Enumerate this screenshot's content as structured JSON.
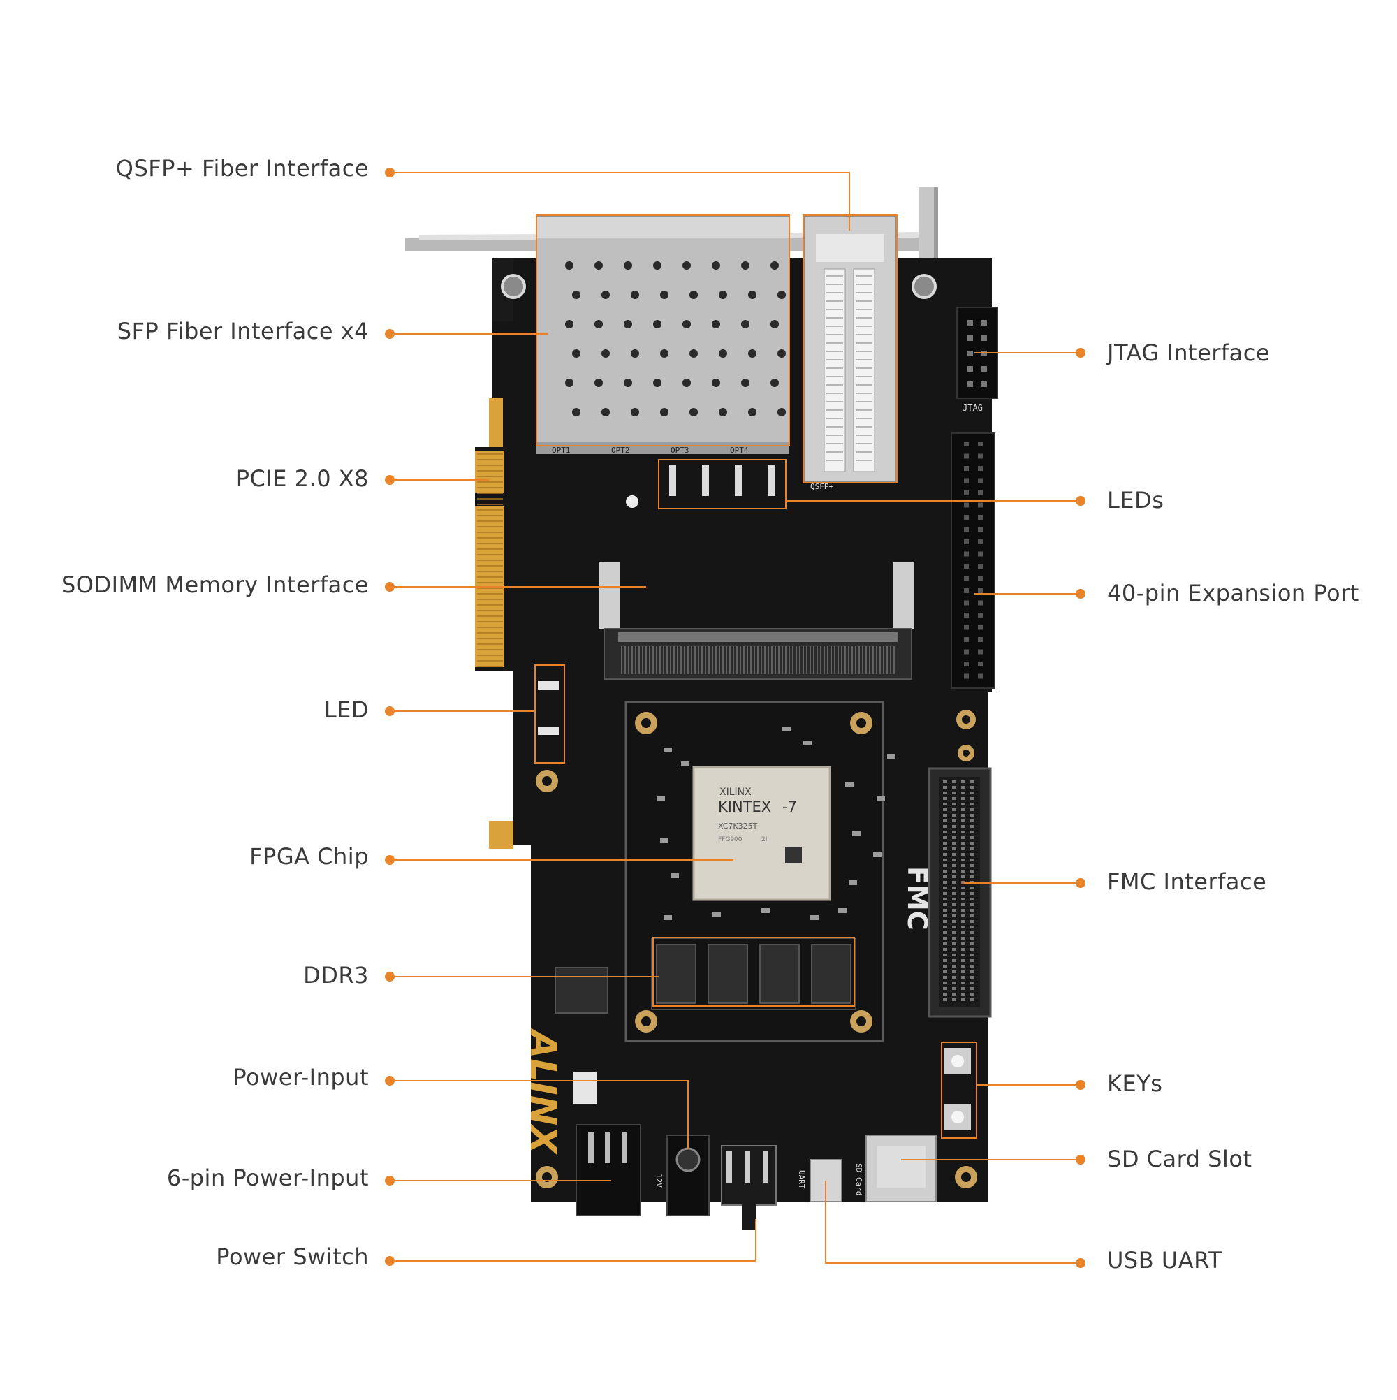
{
  "colors": {
    "accent": "#e8832a",
    "board": "#151515",
    "gold": "#d9a23a",
    "label_text": "#3a3a3a"
  },
  "brand": {
    "logo_text": "ALINX",
    "fmc_logo_text": "FMC"
  },
  "fpga": {
    "vendor": "XILINX",
    "family": "KINTEX",
    "series": "-7",
    "part": "XC7K325T",
    "ordering_code": "FFG900",
    "grade": "2I"
  },
  "silkscreen": {
    "jtag": "JTAG",
    "qsfp": "QSFP+",
    "sd_card": "SD Card",
    "uart": "UART",
    "power_12v": "12V",
    "opt1": "OPT1",
    "opt2": "OPT2",
    "opt3": "OPT3",
    "opt4": "OPT4"
  },
  "callouts": {
    "left": [
      "QSFP+ Fiber Interface",
      "SFP Fiber Interface x4",
      "PCIE 2.0 X8",
      "SODIMM Memory Interface",
      "LED",
      "FPGA Chip",
      "DDR3",
      "Power-Input",
      "6-pin Power-Input",
      "Power Switch"
    ],
    "right": [
      "JTAG Interface",
      "LEDs",
      "40-pin Expansion Port",
      "FMC Interface",
      "KEYs",
      "SD Card Slot",
      "USB UART"
    ]
  }
}
